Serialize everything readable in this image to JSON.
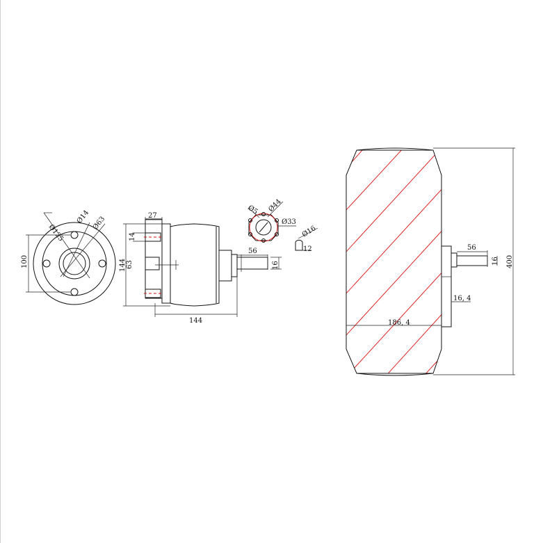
{
  "front_view": {
    "dia_125": "Ø125",
    "dia_14": "Ø14",
    "dia_63": "Ø63",
    "height_100": "100"
  },
  "side_view": {
    "dim_27": "27",
    "dim_14": "14",
    "dim_144_v": "144",
    "dim_63_v": "63",
    "dim_144_h": "144",
    "shaft_56": "56",
    "shaft_16": "16"
  },
  "detail_flange": {
    "dia_5": "Ø5",
    "dia_44": "Ø44",
    "dia_33": "Ø33"
  },
  "detail_shaft": {
    "dia_16": "Ø16",
    "key_12": "12"
  },
  "wheel_view": {
    "shaft_56": "56",
    "shaft_16": "16",
    "height_400": "400",
    "hub_16_4": "16, 4",
    "width_186_4": "186, 4"
  },
  "colors": {
    "line": "#111111",
    "accent_red": "#e01010"
  }
}
